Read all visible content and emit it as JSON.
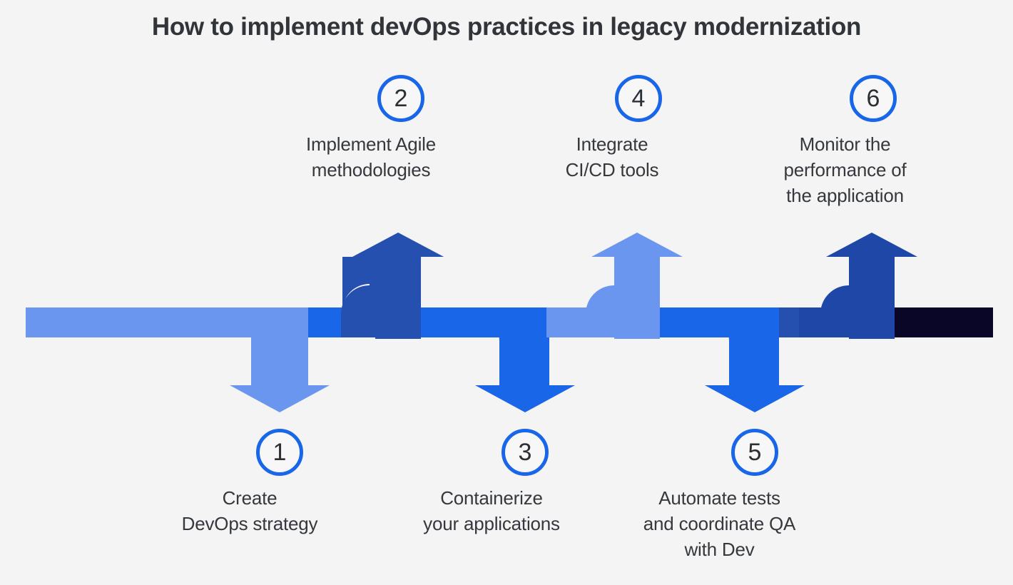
{
  "title": "How to implement devOps practices in legacy modernization",
  "colors": {
    "background": "#f4f4f5",
    "title_text": "#313438",
    "label_text": "#35383c",
    "circle_ring": "#1a66e8",
    "circle_fill": "#f7f7f8",
    "light_blue": "#6b96f0",
    "bright_blue": "#1a66e8",
    "navy_blue": "#2550b0",
    "deep_navy": "#1f47a8",
    "dark_end": "#0a0628"
  },
  "steps": [
    {
      "number": "1",
      "label": "Create\nDevOps strategy",
      "position": "bottom",
      "arrow_color": "#6b96f0"
    },
    {
      "number": "2",
      "label": "Implement Agile\nmethodologies",
      "position": "top",
      "arrow_color": "#2550b0"
    },
    {
      "number": "3",
      "label": "Containerize\nyour applications",
      "position": "bottom",
      "arrow_color": "#1a66e8"
    },
    {
      "number": "4",
      "label": "Integrate\nCI/CD tools",
      "position": "top",
      "arrow_color": "#6b96f0"
    },
    {
      "number": "5",
      "label": "Automate tests\nand coordinate QA\nwith Dev",
      "position": "bottom",
      "arrow_color": "#1a66e8"
    },
    {
      "number": "6",
      "label": "Monitor the\nperformance of\nthe application",
      "position": "top",
      "arrow_color": "#1f47a8"
    }
  ],
  "timeline": {
    "segments": [
      {
        "name": "segment-1-light",
        "color": "#6b96f0"
      },
      {
        "name": "segment-2-bright",
        "color": "#1a66e8"
      },
      {
        "name": "segment-3-light",
        "color": "#6b96f0"
      },
      {
        "name": "segment-4-bright",
        "color": "#1a66e8"
      },
      {
        "name": "segment-5-navy",
        "color": "#2550b0"
      },
      {
        "name": "segment-6-dark",
        "color": "#0a0628"
      }
    ]
  }
}
